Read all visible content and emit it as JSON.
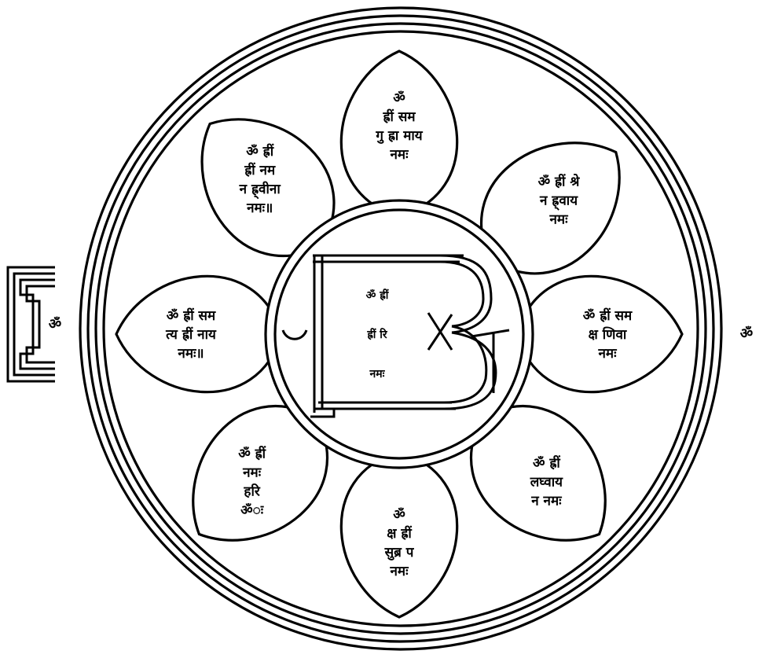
{
  "colors": {
    "ink": "#000000",
    "paper": "#ffffff"
  },
  "petals": [
    {
      "id": "top",
      "lines": [
        "ॐ",
        "ह्रीं सम",
        "गु ह्रा माय",
        "नमः"
      ]
    },
    {
      "id": "upper-right",
      "lines": [
        "ॐ ह्रीं श्रे",
        "न ह्र्वाय",
        "नमः"
      ]
    },
    {
      "id": "right",
      "lines": [
        "ॐ ह्रीं सम",
        "क्ष णिवा",
        "नमः"
      ]
    },
    {
      "id": "lower-right",
      "lines": [
        "ॐ ह्रीं",
        "लघ्वाय",
        "न नमः"
      ]
    },
    {
      "id": "bottom",
      "lines": [
        "ॐ",
        "क्ष ह्रीं",
        "सुब्र प",
        "नमः"
      ]
    },
    {
      "id": "lower-left",
      "lines": [
        "ॐ ह्रीं",
        "नमः",
        "हरि",
        "ॐः"
      ]
    },
    {
      "id": "left",
      "lines": [
        "ॐ ह्रीं सम",
        "त्य ह्रीं नाय",
        "नमः॥"
      ]
    },
    {
      "id": "upper-left",
      "lines": [
        "ॐ ह्रीं",
        "ह्रीं नम",
        "न ह्र्वीना",
        "नमः॥"
      ]
    }
  ],
  "center": {
    "lines": [
      "ॐ ह्रीं",
      "ह्रीं रि",
      "नमः"
    ]
  },
  "left_gate_glyph": "ॐ",
  "right_gate_glyph": "ॐ"
}
